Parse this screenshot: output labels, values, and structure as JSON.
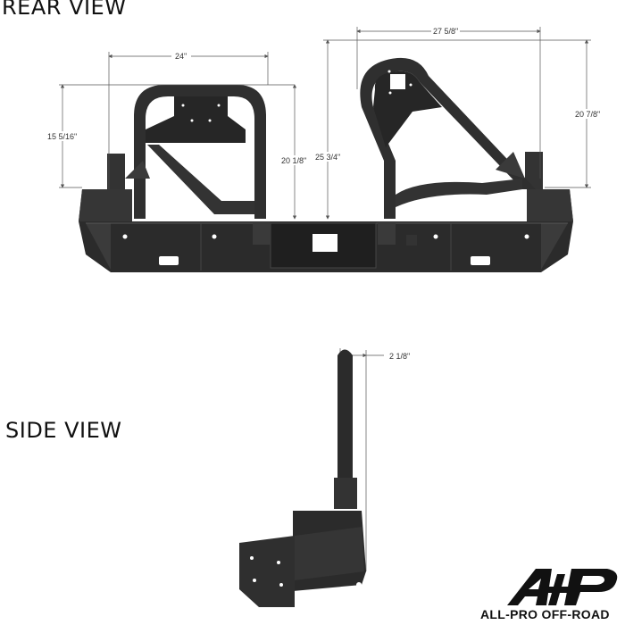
{
  "titles": {
    "rear_view": "REAR VIEW",
    "side_view": "SIDE VIEW"
  },
  "dimensions": {
    "carrier_width": "24\"",
    "carrier_height_left": "15 5/16\"",
    "carrier_height_mid": "20 1/8\"",
    "overall_height": "25 3/4\"",
    "tire_carrier_width": "27 5/8\"",
    "tire_carrier_height": "20 7/8\"",
    "side_offset": "2 1/8\""
  },
  "logo": {
    "mark": "A+P",
    "name": "ALL-PRO OFF-ROAD"
  },
  "colors": {
    "part": "#2b2b2b",
    "part_light": "#3d3d3d",
    "dim_line": "#555555"
  }
}
